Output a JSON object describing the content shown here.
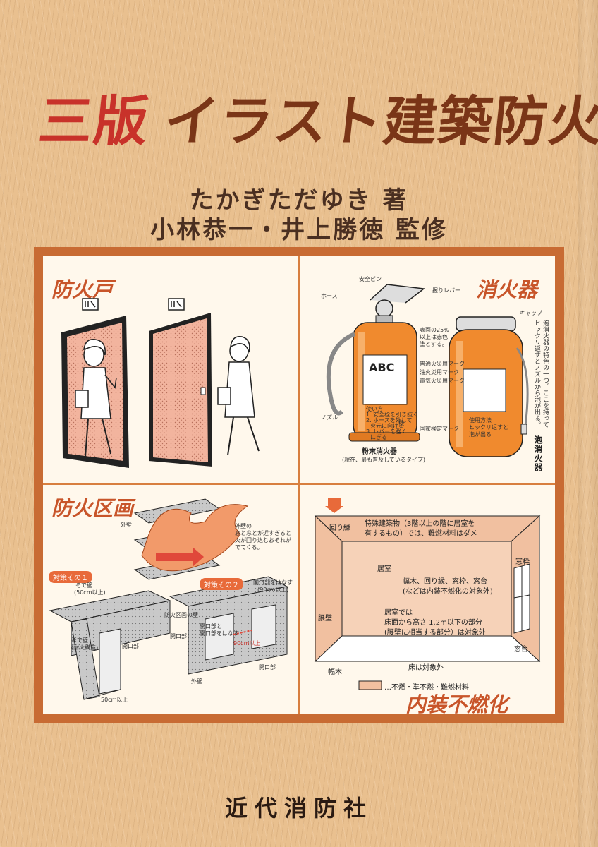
{
  "cover": {
    "edition": "三版",
    "title": "イラスト建築防火",
    "author": "たかぎただゆき 著",
    "supervisor": "小林恭一・井上勝徳 監修",
    "publisher": "近代消防社"
  },
  "panels": {
    "fire_door": {
      "title": "防火戸"
    },
    "extinguisher": {
      "title": "消火器",
      "labels": {
        "safety_pin": "安全ピン",
        "lever": "握りレバー",
        "hose": "ホース",
        "surface1": "表面の25%",
        "surface2": "以上は赤色",
        "surface3": "塗とする。",
        "abc": "ABC",
        "mark_normal": "普通火災用マーク",
        "mark_oil": "油火災用マーク",
        "mark_elec": "電気火災用マーク",
        "nozzle": "ノズル",
        "usage0": "使い方",
        "usage1": "1. 安全栓を引き抜く",
        "usage2": "2. ホースを外して",
        "usage3": "火元に向ける",
        "usage4": "3. レバーを強く",
        "usage5": "にぎる",
        "inspection": "国家検定マーク",
        "kentei": "検",
        "powder": "粉末消火器",
        "powder_note": "(現在、最も普及しているタイプ)",
        "cap": "キャップ",
        "foam_note1": "泡消火器の特色の一つ。ここを持って",
        "foam_note2": "ヒックリ返すとノズルから泡が出る。",
        "use1": "使用方法",
        "use2": "ヒックリ返すと",
        "use3": "泡が出る",
        "foam": "泡消火器"
      }
    },
    "compartment": {
      "title": "防火区画",
      "labels": {
        "outer_wall": "外壁",
        "note1": "外壁の",
        "note2": "窓と窓とが近すぎると",
        "note3": "火が回り込むおそれが",
        "note4": "でてくる。",
        "measure1": "対策その１",
        "sode1": "……そで壁",
        "sode2": "(50cm以上)",
        "measure2": "対策その２",
        "sep1": "…開口部をはなす",
        "sep2": "(90cm以上)",
        "wall": "防火区画の壁",
        "opening": "開口部",
        "sode_wall1": "そで壁",
        "sode_wall2": "(耐火構造)",
        "sep_open1": "開口部と",
        "sep_open2": "開口部をはなす",
        "cm90": "90cm以上",
        "opening2": "開口部",
        "outer2": "外壁",
        "cm50": "50cm以上"
      }
    },
    "interior": {
      "title": "内装不燃化",
      "labels": {
        "cornice": "回り縁",
        "special1": "特殊建築物（3階以上の階に居室を",
        "special2": "有するもの）では、難燃材料はダメ",
        "window_frame": "窓枠",
        "room": "居室",
        "target1": "幅木、回り縁、窓枠、窓台",
        "target2": "(などは内装不燃化の対象外)",
        "wainscot": "腰壁",
        "room_rule1": "居室では",
        "room_rule2": "床面から高さ 1.2m以下の部分",
        "room_rule3": "(腰壁に相当する部分）は対象外",
        "sill": "窓台",
        "baseboard": "幅木",
        "floor": "床は対象外",
        "legend": "…不燃・準不燃・難燃材料"
      }
    }
  }
}
